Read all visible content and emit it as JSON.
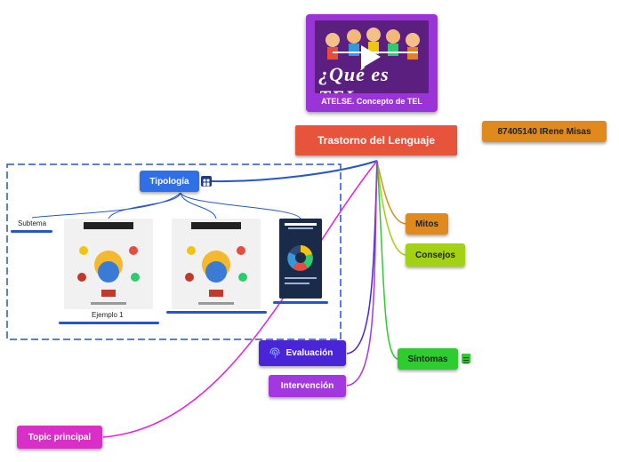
{
  "central": {
    "label": "Trastorno del Lenguaje",
    "color": "#e8533c"
  },
  "video": {
    "title": "ATELSE. Concepto de TEL",
    "overlay_text": "¿Qué es TEL",
    "play_icon": "play-icon",
    "color": "#9b34d6"
  },
  "author": {
    "label": "87405140 IRene Misas",
    "color": "#e08a1e"
  },
  "topics": {
    "tipologia": {
      "label": "Tipología",
      "color": "#2f6fe8",
      "icon": "people-icon"
    },
    "mitos": {
      "label": "Mitos",
      "color": "#e08a1e"
    },
    "consejos": {
      "label": "Consejos",
      "color": "#a3d114"
    },
    "sintomas": {
      "label": "Síntomas",
      "color": "#2ecc2e",
      "icon": "note-icon"
    },
    "evaluacion": {
      "label": "Evaluación",
      "color": "#4a24d8",
      "icon": "fingerprint-icon"
    },
    "intervencion": {
      "label": "Intervención",
      "color": "#a438e0"
    },
    "topic_principal": {
      "label": "Topic principal",
      "color": "#d92fc8"
    }
  },
  "subtopics": {
    "subtema": {
      "label": "Subtema"
    },
    "ejemplo1": {
      "label": "Ejemplo 1"
    }
  },
  "infographics": [
    {
      "title": "INFOGRAPHIC"
    },
    {
      "title": "INFOGRAPHIC"
    },
    {
      "title": "Six Principles of Connected Learning"
    }
  ]
}
